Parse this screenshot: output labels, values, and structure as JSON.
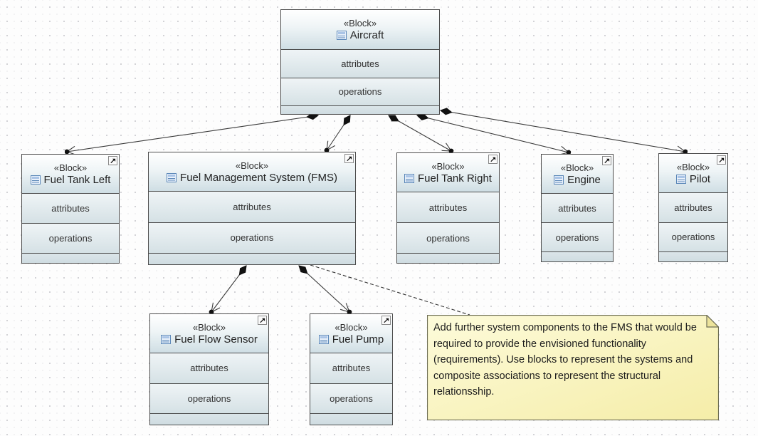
{
  "shared": {
    "stereotype": "«Block»",
    "attributes_label": "attributes",
    "operations_label": "operations"
  },
  "blocks": [
    {
      "name": "Aircraft"
    },
    {
      "name": "Fuel Tank Left"
    },
    {
      "name": "Fuel Management System (FMS)"
    },
    {
      "name": "Fuel Tank Right"
    },
    {
      "name": "Engine"
    },
    {
      "name": "Pilot"
    },
    {
      "name": "Fuel Flow Sensor"
    },
    {
      "name": "Fuel Pump"
    }
  ],
  "note": {
    "text": "Add further system components to the FMS that would be required to provide the envisioned functionality (requirements). Use blocks to represent the systems and composite associations to represent the structural relationsship."
  },
  "relationships": [
    {
      "from": "Aircraft",
      "to": "Fuel Tank Left",
      "type": "composite-association"
    },
    {
      "from": "Aircraft",
      "to": "Fuel Management System (FMS)",
      "type": "composite-association"
    },
    {
      "from": "Aircraft",
      "to": "Fuel Tank Right",
      "type": "composite-association"
    },
    {
      "from": "Aircraft",
      "to": "Engine",
      "type": "composite-association"
    },
    {
      "from": "Aircraft",
      "to": "Pilot",
      "type": "composite-association"
    },
    {
      "from": "Fuel Management System (FMS)",
      "to": "Fuel Flow Sensor",
      "type": "composite-association"
    },
    {
      "from": "Fuel Management System (FMS)",
      "to": "Fuel Pump",
      "type": "composite-association"
    },
    {
      "from": "Fuel Management System (FMS)",
      "to": "comment-note",
      "type": "note-attachment"
    }
  ],
  "icons": {
    "block_glyph": "block-document-icon",
    "corner_decorator": "navigate-northeast-icon"
  },
  "colors": {
    "block_border": "#4d4d4d",
    "header_gradient_bottom": "#cfdee4",
    "compartment_fill": "#dbe5e9",
    "note_fill": "#fbf7c9",
    "note_border": "#6e6e55",
    "connector": "#3a3a3a",
    "grid_dot": "#c8c8cc"
  }
}
